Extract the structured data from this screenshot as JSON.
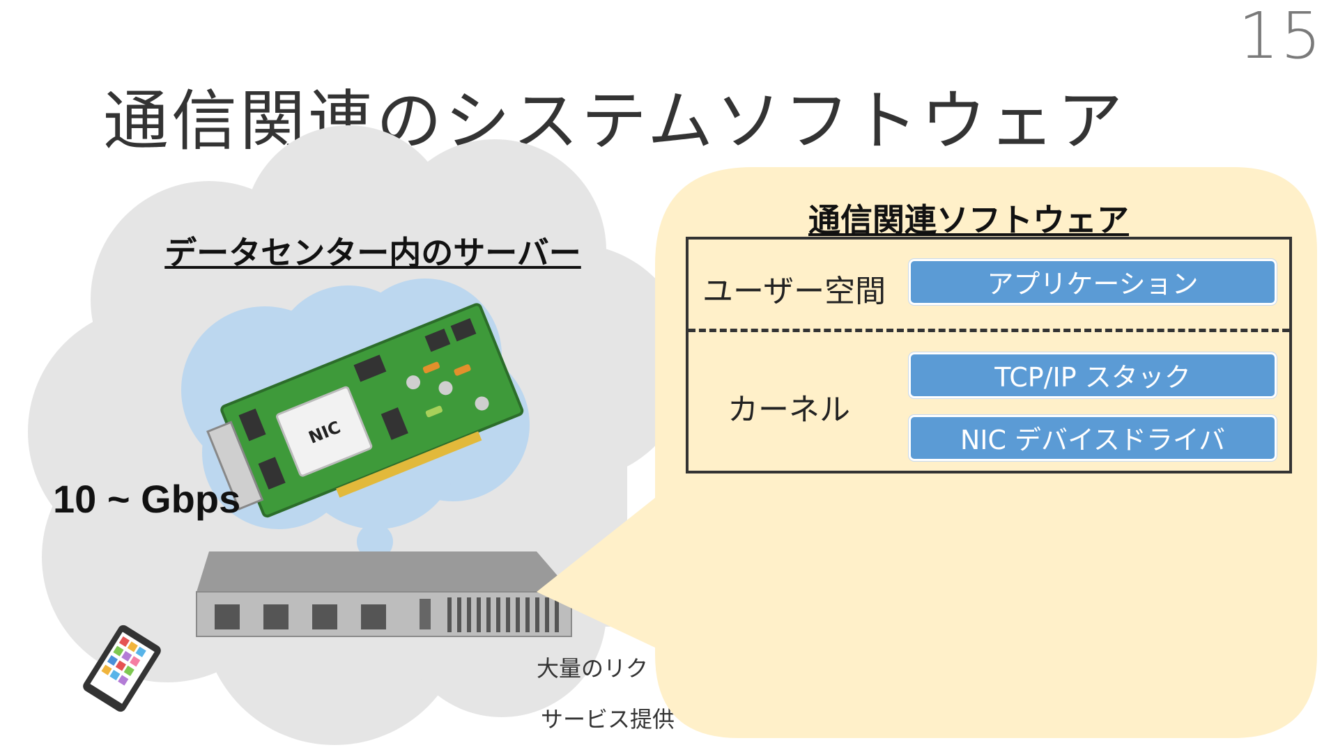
{
  "page_number": "15",
  "title": "通信関連のシステムソフトウェア",
  "datacenter": {
    "heading": "データセンター内のサーバー",
    "speed": "10 ~ Gbps",
    "nic_chip_label": "NIC",
    "captions": [
      "大量のリク",
      "サービス提供"
    ]
  },
  "software_panel": {
    "heading": "通信関連ソフトウェア",
    "user_space_label": "ユーザー空間",
    "kernel_label": "カーネル",
    "layers": {
      "application": "アプリケーション",
      "tcpip": "TCP/IP スタック",
      "nic_driver": "NIC デバイスドライバ"
    }
  },
  "colors": {
    "cloud_gray": "#e5e5e5",
    "thought_blue": "#bcd7ef",
    "callout_cream": "#fff0c9",
    "layer_blue": "#5b9bd5",
    "pcb_green": "#3e9a3a"
  }
}
